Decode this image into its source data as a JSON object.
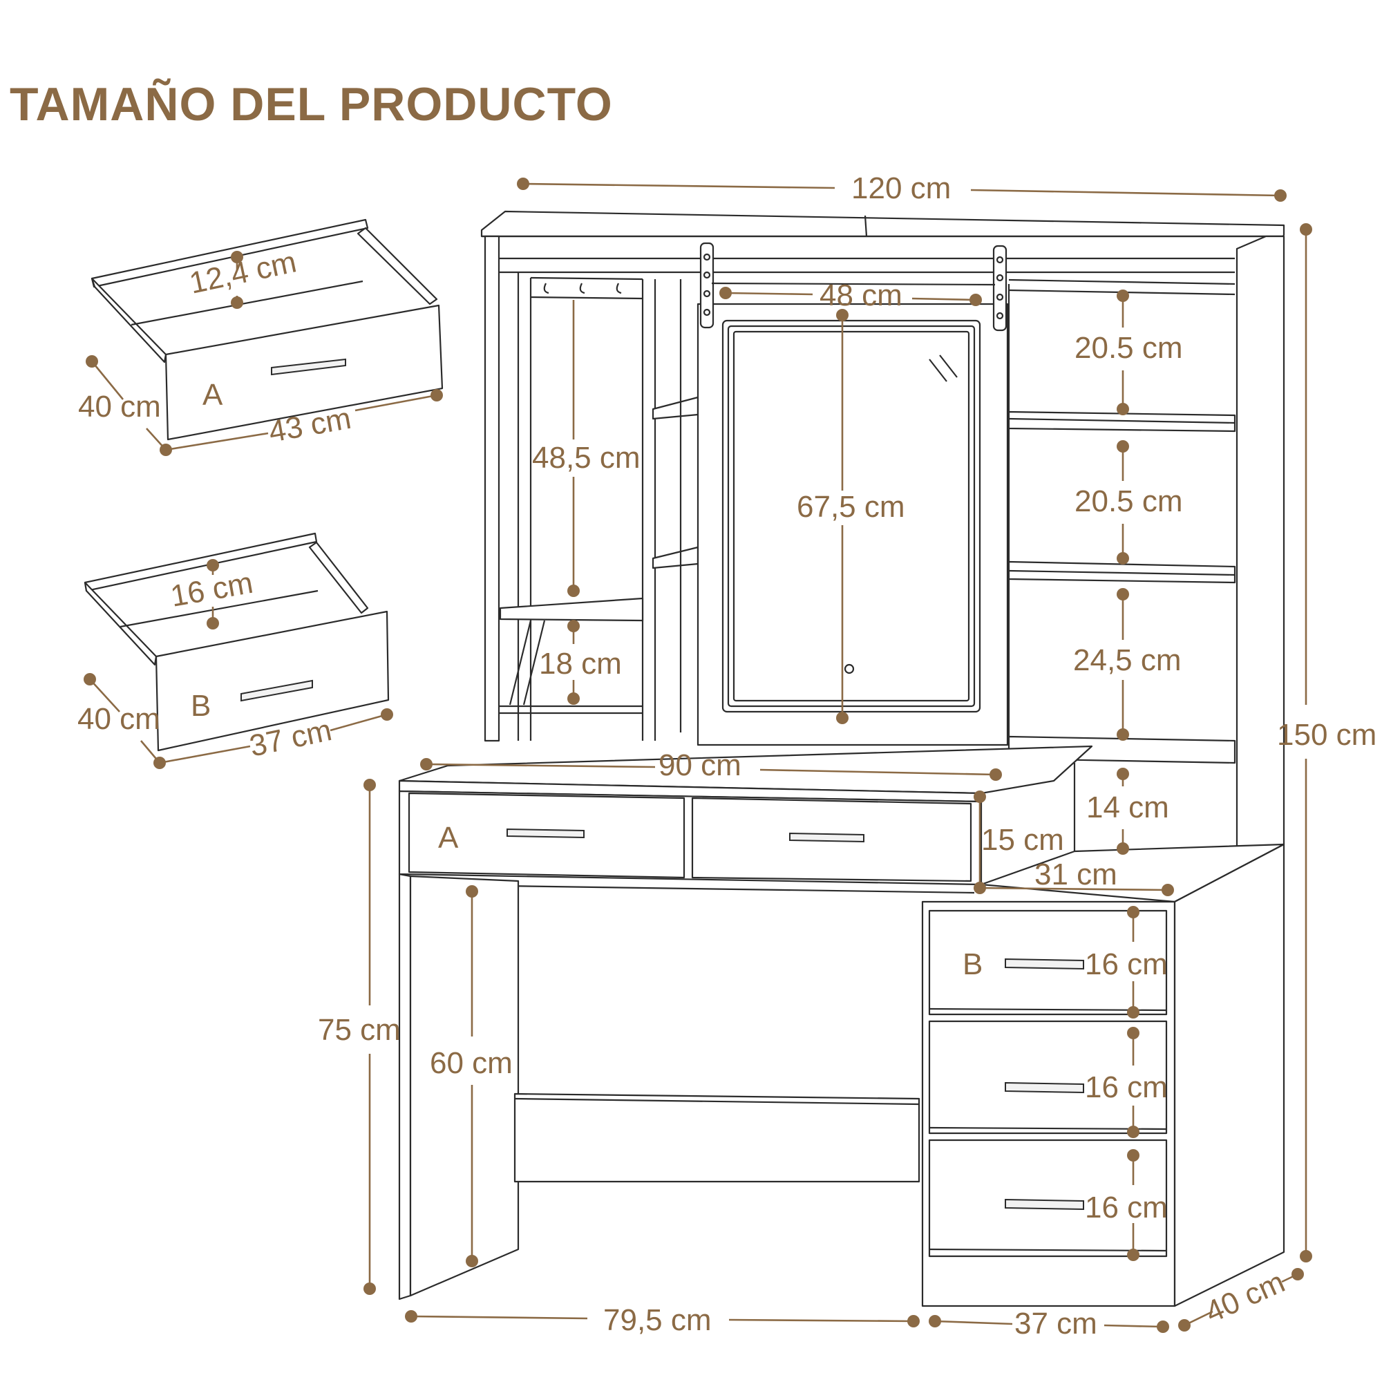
{
  "title": "TAMAÑO DEL PRODUCTO",
  "drawer_a": {
    "letter": "A",
    "height": "12,4 cm",
    "depth": "40 cm",
    "width": "43 cm"
  },
  "drawer_b": {
    "letter": "B",
    "height": "16 cm",
    "depth": "40 cm",
    "width": "37 cm"
  },
  "dimensions": {
    "total_width": "120 cm",
    "total_height": "150 cm",
    "mirror_width": "48 cm",
    "mirror_height": "67,5 cm",
    "left_compartment_height": "48,5 cm",
    "left_lower_shelf": "18 cm",
    "right_shelf_1": "20.5 cm",
    "right_shelf_2": "20.5 cm",
    "right_shelf_3": "24,5 cm",
    "right_shelf_4": "14 cm",
    "desk_top_width": "90 cm",
    "drawer_front_height": "15 cm",
    "side_top_depth": "31 cm",
    "desk_height": "75 cm",
    "knee_height": "60 cm",
    "side_drawer_1": "16 cm",
    "side_drawer_2": "16 cm",
    "side_drawer_3": "16 cm",
    "base_width": "79,5 cm",
    "cabinet_width": "37 cm",
    "depth": "40 cm"
  },
  "desk_drawer_letters": {
    "a": "A",
    "b": "B"
  },
  "colors": {
    "accent": "#8b6a45",
    "line": "#2b2b2b"
  }
}
